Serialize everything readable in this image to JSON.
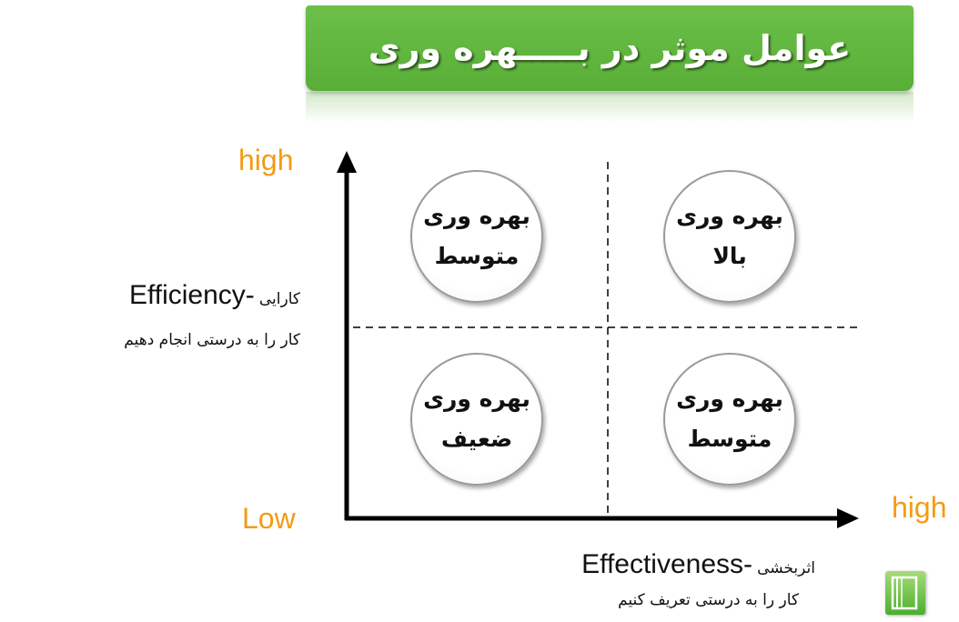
{
  "title": "عوامل موثر در بـــــهره وری",
  "y_axis": {
    "high_label": "high",
    "low_label": "Low",
    "label_en": "Efficiency",
    "label_sep": "-",
    "label_fa": "کارایی",
    "subtitle_fa": "کار را به درستی انجام دهیم"
  },
  "x_axis": {
    "high_label": "high",
    "label_en": "Effectiveness",
    "label_sep": "-",
    "label_fa": "اثربخشی",
    "subtitle_fa": "کار را به درستی تعریف کنیم"
  },
  "quadrants": {
    "top_left": {
      "line1": "بهره وری",
      "line2": "متوسط"
    },
    "top_right": {
      "line1": "بهره وری",
      "line2": "بالا"
    },
    "bottom_left": {
      "line1": "بهره وری",
      "line2": "ضعیف"
    },
    "bottom_right": {
      "line1": "بهره وری",
      "line2": "متوسط"
    }
  },
  "colors": {
    "title_bar": "#5cb33a",
    "axis_labels": "#f39b15",
    "axis": "#000000"
  },
  "icons": {
    "logo": "book-logo-icon"
  }
}
